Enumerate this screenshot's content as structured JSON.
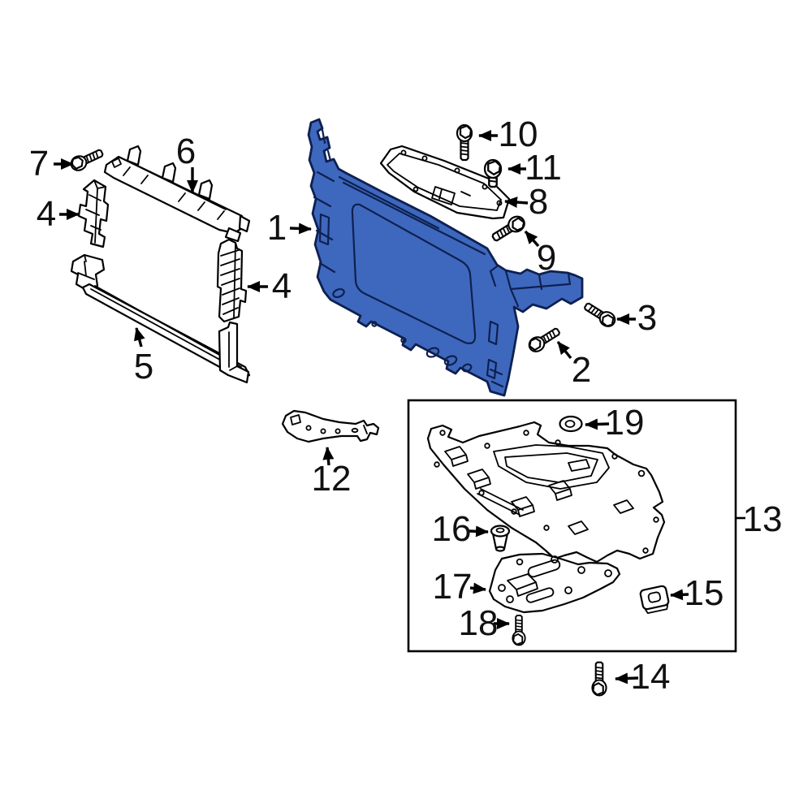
{
  "colors": {
    "background": "#FFFFFF",
    "highlight": "#3E68BE",
    "highlight_outline": "#0E2050",
    "line": "#000000",
    "label": "#111111"
  },
  "diagram": {
    "kind": "auto-parts-exploded-diagram",
    "highlighted_callout": "1",
    "grouped_callouts_in_box": [
      "13",
      "14",
      "15",
      "16",
      "17",
      "18",
      "19"
    ]
  },
  "callouts": {
    "c1": {
      "label": "1"
    },
    "c2": {
      "label": "2"
    },
    "c3": {
      "label": "3"
    },
    "c4a": {
      "label": "4"
    },
    "c4b": {
      "label": "4"
    },
    "c5": {
      "label": "5"
    },
    "c6": {
      "label": "6"
    },
    "c7": {
      "label": "7"
    },
    "c8": {
      "label": "8"
    },
    "c9": {
      "label": "9"
    },
    "c10": {
      "label": "10"
    },
    "c11": {
      "label": "11"
    },
    "c12": {
      "label": "12"
    },
    "c13": {
      "label": "13"
    },
    "c14": {
      "label": "14"
    },
    "c15": {
      "label": "15"
    },
    "c16": {
      "label": "16"
    },
    "c17": {
      "label": "17"
    },
    "c18": {
      "label": "18"
    },
    "c19": {
      "label": "19"
    }
  }
}
